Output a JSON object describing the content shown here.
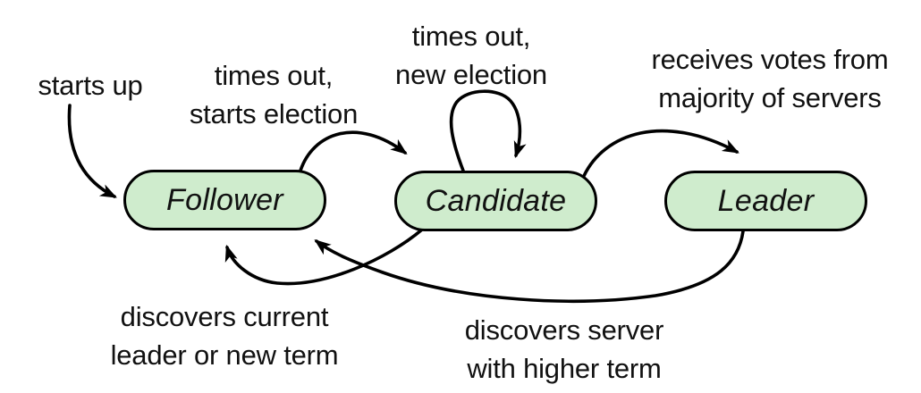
{
  "diagram": {
    "name": "raft-consensus-state-machine",
    "states": [
      {
        "id": "follower",
        "label": "Follower"
      },
      {
        "id": "candidate",
        "label": "Candidate"
      },
      {
        "id": "leader",
        "label": "Leader"
      }
    ],
    "transitions": [
      {
        "id": "starts-up",
        "from": "start",
        "to": "follower",
        "label": "starts up"
      },
      {
        "id": "times-out-starts-election",
        "from": "follower",
        "to": "candidate",
        "label": "times out,\nstarts election"
      },
      {
        "id": "times-out-new-election",
        "from": "candidate",
        "to": "candidate",
        "label": "times out,\nnew election"
      },
      {
        "id": "receives-votes",
        "from": "candidate",
        "to": "leader",
        "label": "receives votes from\nmajority of servers"
      },
      {
        "id": "discovers-current-leader",
        "from": "candidate",
        "to": "follower",
        "label": "discovers current\nleader or new term"
      },
      {
        "id": "discovers-higher-term",
        "from": "leader",
        "to": "follower",
        "label": "discovers server\nwith higher term"
      }
    ],
    "colors": {
      "state_fill": "#cfeccd",
      "stroke": "#000000",
      "text": "#111111",
      "background": "#ffffff"
    }
  }
}
